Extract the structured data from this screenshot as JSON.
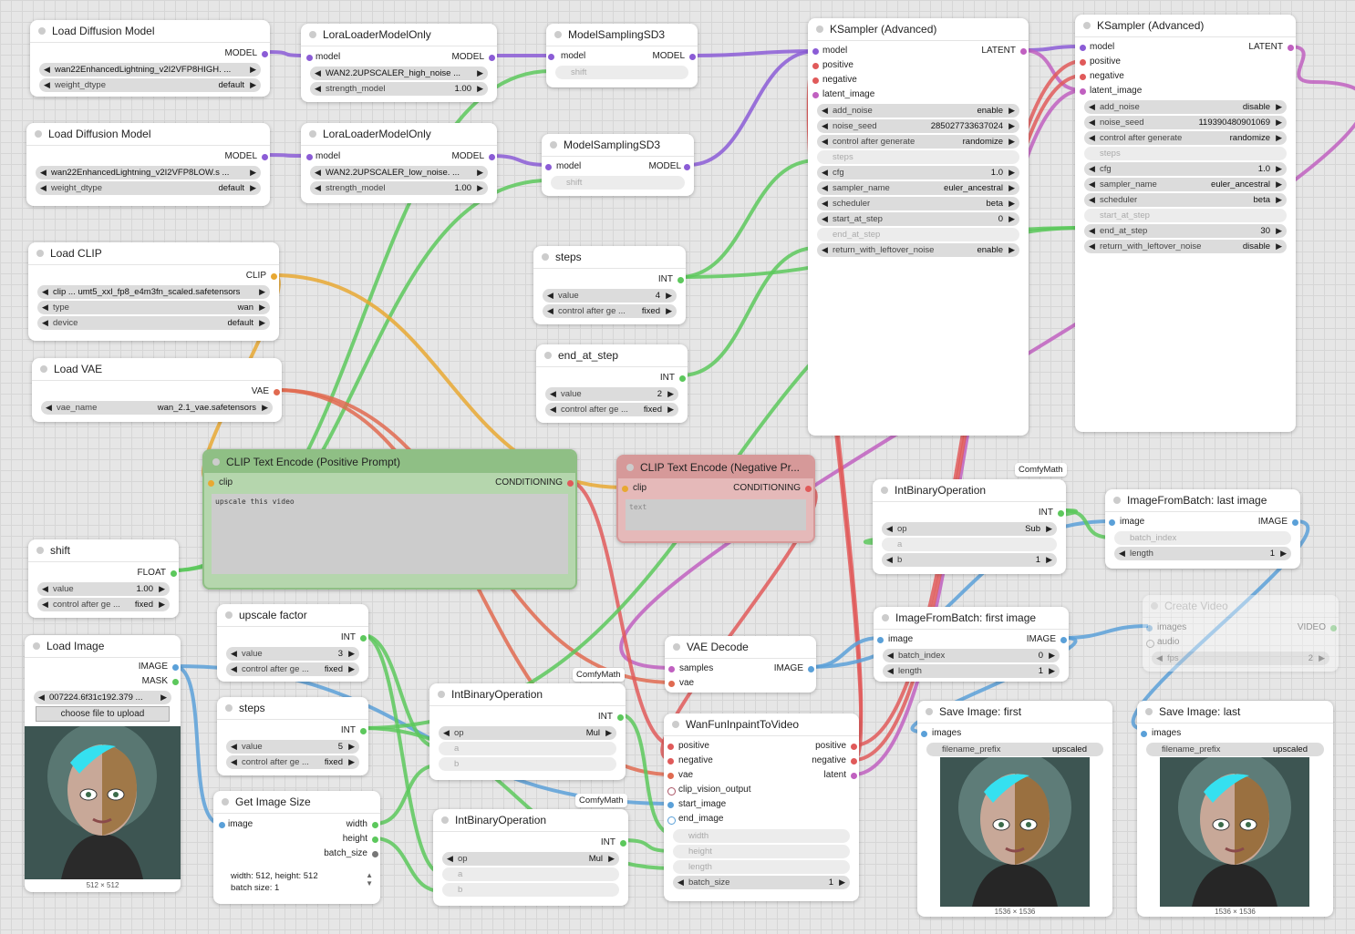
{
  "colors": {
    "model": "#8b5cd6",
    "clip": "#e8a832",
    "vae": "#e06a50",
    "conditioning": "#e05a5a",
    "latent": "#c060c0",
    "int": "#5cc85c",
    "image": "#5aa0d8",
    "float": "#5cc85c"
  },
  "nodes": {
    "diff1": {
      "title": "Load Diffusion Model",
      "out": "MODEL",
      "unet": "wan22EnhancedLightning_v2I2VFP8HIGH. ...",
      "dtype_l": "weight_dtype",
      "dtype_v": "default"
    },
    "lora1": {
      "title": "LoraLoaderModelOnly",
      "in": "model",
      "out": "MODEL",
      "name": "WAN2.2UPSCALER_high_noise ...",
      "str_l": "strength_model",
      "str_v": "1.00"
    },
    "ms1": {
      "title": "ModelSamplingSD3",
      "in": "model",
      "out": "MODEL",
      "shift": "shift"
    },
    "diff2": {
      "title": "Load Diffusion Model",
      "out": "MODEL",
      "unet": "wan22EnhancedLightning_v2I2VFP8LOW.s ...",
      "dtype_l": "weight_dtype",
      "dtype_v": "default"
    },
    "lora2": {
      "title": "LoraLoaderModelOnly",
      "in": "model",
      "out": "MODEL",
      "name": "WAN2.2UPSCALER_low_noise. ...",
      "str_l": "strength_model",
      "str_v": "1.00"
    },
    "ms2": {
      "title": "ModelSamplingSD3",
      "in": "model",
      "out": "MODEL",
      "shift": "shift"
    },
    "clip": {
      "title": "Load CLIP",
      "out": "CLIP",
      "clip_l": "clip ... umt5_xxl_fp8_e4m3fn_scaled.safetensors",
      "type_l": "type",
      "type_v": "wan",
      "dev_l": "device",
      "dev_v": "default"
    },
    "vae": {
      "title": "Load VAE",
      "out": "VAE",
      "l": "vae_name",
      "v": "wan_2.1_vae.safetensors"
    },
    "steps1": {
      "title": "steps",
      "out": "INT",
      "val_l": "value",
      "val_v": "4",
      "ctl_l": "control after ge ...",
      "ctl_v": "fixed"
    },
    "eas": {
      "title": "end_at_step",
      "out": "INT",
      "val_l": "value",
      "val_v": "2",
      "ctl_l": "control after ge ...",
      "ctl_v": "fixed"
    },
    "ks1": {
      "title": "KSampler (Advanced)",
      "ins": [
        "model",
        "positive",
        "negative",
        "latent_image"
      ],
      "out": "LATENT",
      "widgets": [
        [
          "add_noise",
          "enable"
        ],
        [
          "noise_seed",
          "285027733637024"
        ],
        [
          "control after generate",
          "randomize"
        ],
        [
          "steps",
          ""
        ],
        [
          "cfg",
          "1.0"
        ],
        [
          "sampler_name",
          "euler_ancestral"
        ],
        [
          "scheduler",
          "beta"
        ],
        [
          "start_at_step",
          "0"
        ],
        [
          "end_at_step",
          ""
        ],
        [
          "return_with_leftover_noise",
          "enable"
        ]
      ]
    },
    "ks2": {
      "title": "KSampler (Advanced)",
      "ins": [
        "model",
        "positive",
        "negative",
        "latent_image"
      ],
      "out": "LATENT",
      "widgets": [
        [
          "add_noise",
          "disable"
        ],
        [
          "noise_seed",
          "119390480901069"
        ],
        [
          "control after generate",
          "randomize"
        ],
        [
          "steps",
          ""
        ],
        [
          "cfg",
          "1.0"
        ],
        [
          "sampler_name",
          "euler_ancestral"
        ],
        [
          "scheduler",
          "beta"
        ],
        [
          "start_at_step",
          ""
        ],
        [
          "end_at_step",
          "30"
        ],
        [
          "return_with_leftover_noise",
          "disable"
        ]
      ]
    },
    "pos": {
      "title": "CLIP Text Encode (Positive Prompt)",
      "in": "clip",
      "out": "CONDITIONING",
      "text": "upscale this video"
    },
    "neg": {
      "title": "CLIP Text Encode (Negative Pr...",
      "in": "clip",
      "out": "CONDITIONING",
      "text": "text"
    },
    "shift": {
      "title": "shift",
      "out": "FLOAT",
      "val_l": "value",
      "val_v": "1.00",
      "ctl_l": "control after ge ...",
      "ctl_v": "fixed"
    },
    "upf": {
      "title": "upscale factor",
      "out": "INT",
      "val_l": "value",
      "val_v": "3",
      "ctl_l": "control after ge ...",
      "ctl_v": "fixed"
    },
    "steps2": {
      "title": "steps",
      "out": "INT",
      "val_l": "value",
      "val_v": "5",
      "ctl_l": "control after ge ...",
      "ctl_v": "fixed"
    },
    "loadimg": {
      "title": "Load Image",
      "out1": "IMAGE",
      "out2": "MASK",
      "file": "007224.6f31c192.379 ...",
      "upload": "choose file to upload",
      "caption": "512 × 512"
    },
    "gis": {
      "title": "Get Image Size",
      "in": "image",
      "outs": [
        "width",
        "height",
        "batch_size"
      ],
      "info1": "width: 512, height: 512",
      "info2": "batch size: 1"
    },
    "ibo1": {
      "title": "IntBinaryOperation",
      "badge": "ComfyMath",
      "out": "INT",
      "op_l": "op",
      "op_v": "Mul",
      "a": "a",
      "b": "b"
    },
    "ibo2": {
      "title": "IntBinaryOperation",
      "badge": "ComfyMath",
      "out": "INT",
      "op_l": "op",
      "op_v": "Mul",
      "a": "a",
      "b": "b"
    },
    "ibo3": {
      "title": "IntBinaryOperation",
      "badge": "ComfyMath",
      "out": "INT",
      "op_l": "op",
      "op_v": "Sub",
      "a": "a",
      "b_l": "b",
      "b_v": "1"
    },
    "vaed": {
      "title": "VAE Decode",
      "ins": [
        "samples",
        "vae"
      ],
      "out": "IMAGE"
    },
    "wan": {
      "title": "WanFunInpaintToVideo",
      "ins": [
        "positive",
        "negative",
        "vae",
        "clip_vision_output",
        "start_image",
        "end_image"
      ],
      "outs": [
        "positive",
        "negative",
        "latent"
      ],
      "w1": "width",
      "w2": "height",
      "w3": "length",
      "bs_l": "batch_size",
      "bs_v": "1"
    },
    "ifbl": {
      "title": "ImageFromBatch: last image",
      "in": "image",
      "out": "IMAGE",
      "bi": "batch_index",
      "len_l": "length",
      "len_v": "1"
    },
    "ifbf": {
      "title": "ImageFromBatch: first image",
      "in": "image",
      "out": "IMAGE",
      "bi_l": "batch_index",
      "bi_v": "0",
      "len_l": "length",
      "len_v": "1"
    },
    "cv": {
      "title": "Create Video",
      "ins": [
        "images",
        "audio"
      ],
      "out": "VIDEO",
      "fps_l": "fps",
      "fps_v": "2"
    },
    "sif": {
      "title": "Save Image: first",
      "in": "images",
      "pf_l": "filename_prefix",
      "pf_v": "upscaled",
      "caption": "1536 × 1536"
    },
    "sil": {
      "title": "Save Image: last",
      "in": "images",
      "pf_l": "filename_prefix",
      "pf_v": "upscaled",
      "caption": "1536 × 1536"
    }
  }
}
